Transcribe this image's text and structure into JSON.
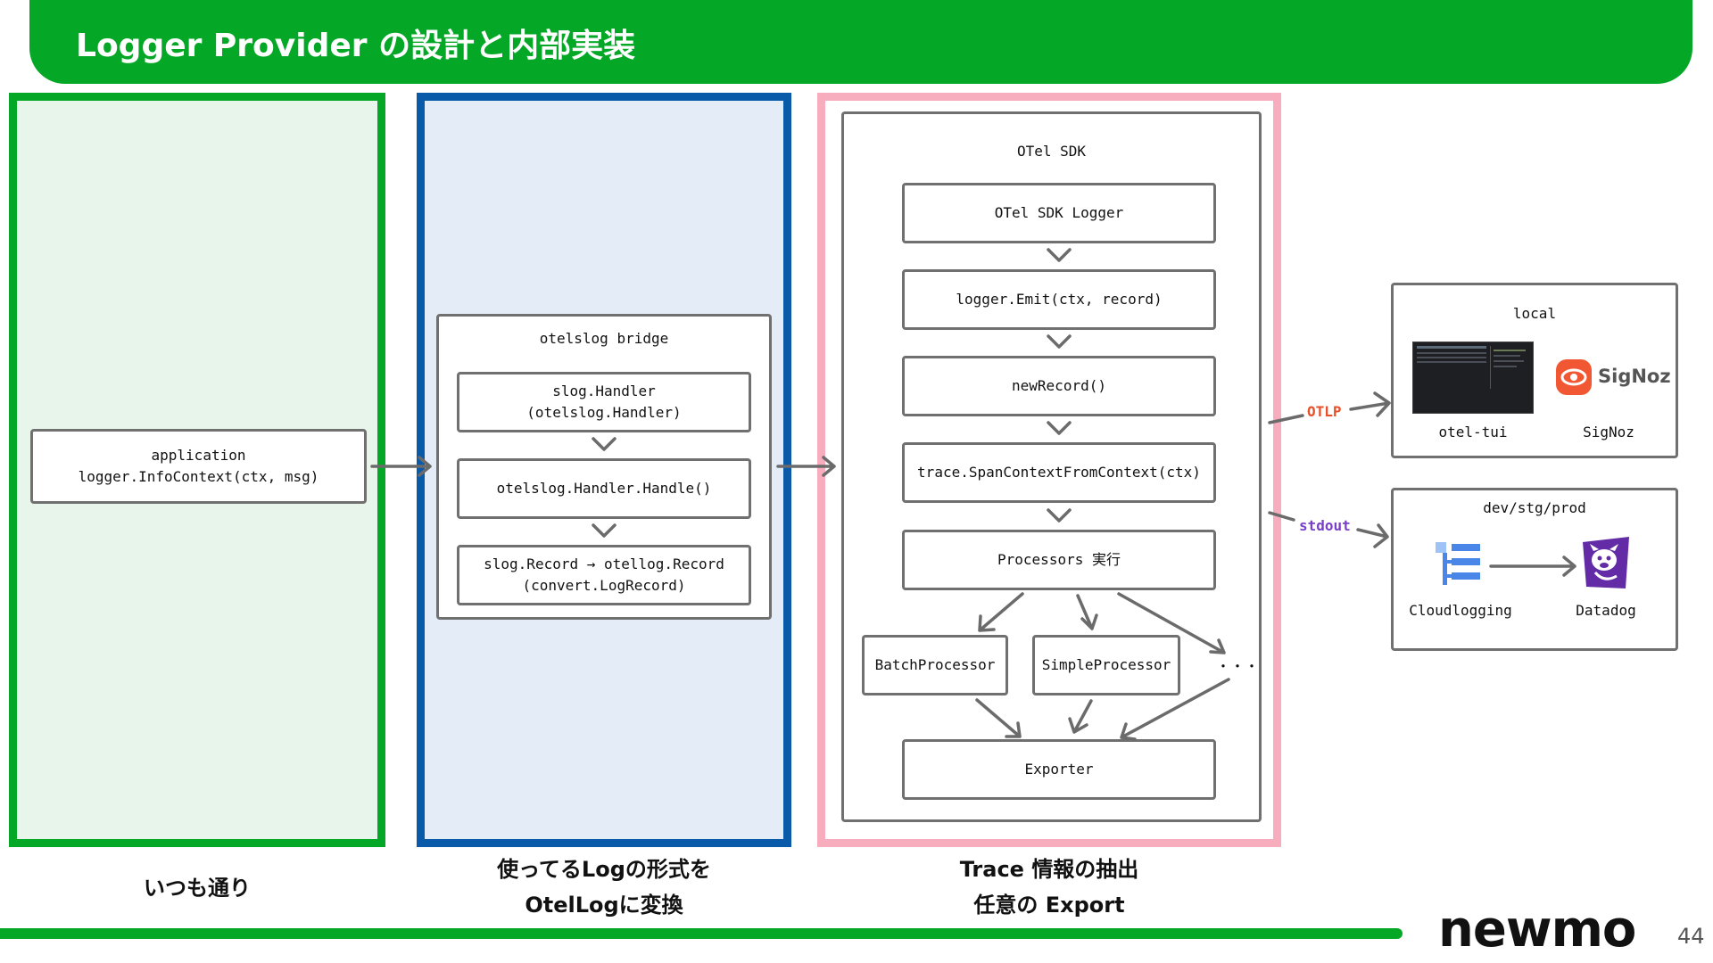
{
  "header": {
    "title": "Logger Provider の設計と内部実装"
  },
  "application_box": {
    "line1": "application",
    "line2": "logger.InfoContext(ctx, msg)"
  },
  "bridge": {
    "title": "otelslog bridge",
    "items": [
      {
        "line1": "slog.Handler",
        "line2": "(otelslog.Handler)"
      },
      {
        "line1": "otelslog.Handler.Handle()",
        "line2": ""
      },
      {
        "line1": "slog.Record → otellog.Record",
        "line2": "(convert.LogRecord)"
      }
    ]
  },
  "sdk": {
    "title": "OTel SDK",
    "items": [
      "OTel SDK Logger",
      "logger.Emit(ctx, record)",
      "newRecord()",
      "trace.SpanContextFromContext(ctx)",
      "Processors 実行"
    ],
    "processors": [
      "BatchProcessor",
      "SimpleProcessor",
      "・・・"
    ],
    "exporter": "Exporter"
  },
  "outputs": {
    "otlp_label": "OTLP",
    "stdout_label": "stdout",
    "local": {
      "title": "local",
      "tools": [
        "otel-tui",
        "SigNoz"
      ],
      "logo_text": "SigNoz"
    },
    "remote": {
      "title": "dev/stg/prod",
      "tools": [
        "Cloudlogging",
        "Datadog"
      ]
    }
  },
  "captions": {
    "green": "いつも通り",
    "blue_line1": "使ってるLogの形式を",
    "blue_line2": "OtelLogに変換",
    "pink_line1": "Trace 情報の抽出",
    "pink_line2": "任意の Export"
  },
  "footer": {
    "logo": "newmo",
    "page": "44"
  },
  "colors": {
    "green": "#04a826",
    "blue": "#0a5aaa",
    "pink": "#f7adbd",
    "otlp": "#e8502a",
    "stdout": "#7a3fc8"
  }
}
